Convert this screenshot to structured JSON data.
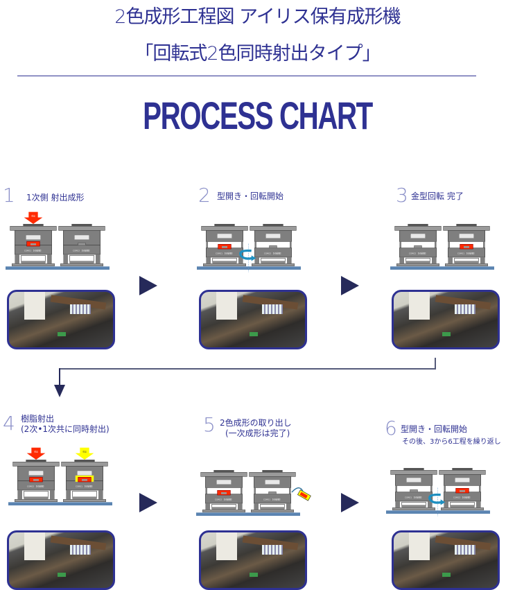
{
  "header": {
    "title_line1": "2色成形工程図 アイリス保有成形機",
    "title_line2": "「回転式2色同時射出タイプ」",
    "chart_title": "PROCESS CHART"
  },
  "colors": {
    "brand": "#2e3192",
    "arrow": "#262a5a",
    "machine_gray": "#7f7f7f",
    "base_blue": "#5b84b1",
    "primary_resin": "#ff2a00",
    "secondary_resin": "#ffff00",
    "rotate_arrow": "#1e8fc0"
  },
  "steps": [
    {
      "number": "1",
      "label": "1次側 射出成形",
      "sublabel": "",
      "machines": [
        {
          "core": "CORE1 【可動側】",
          "inject": "射出",
          "inject_color": "red",
          "cavity": "red",
          "state": "closed"
        },
        {
          "core": "CORE2 【可動側】",
          "inject": "",
          "cavity": "empty",
          "state": "closed"
        }
      ],
      "rotation": false
    },
    {
      "number": "2",
      "label": "型開き・回転開始",
      "sublabel": "",
      "machines": [
        {
          "core": "CORE1 【可動側】",
          "cavity": "red",
          "state": "open"
        },
        {
          "core": "CORE2 【可動側】",
          "cavity": "empty",
          "state": "open"
        }
      ],
      "rotation": true
    },
    {
      "number": "3",
      "label": "金型回転 完了",
      "sublabel": "",
      "machines": [
        {
          "core": "CORE2 【可動側】",
          "cavity": "empty",
          "state": "open"
        },
        {
          "core": "CORE1 【可動側】",
          "cavity": "red",
          "state": "open"
        }
      ],
      "rotation": false
    },
    {
      "number": "4",
      "label": "樹脂射出",
      "sublabel": "(2次•1次共に同時射出)",
      "machines": [
        {
          "core": "CORE2 【可動側】",
          "inject": "射出",
          "inject_color": "red",
          "cavity": "red",
          "state": "closed"
        },
        {
          "core": "CORE1 【可動側】",
          "inject": "射出",
          "inject_color": "yellow",
          "cavity": "yellow",
          "state": "closed"
        }
      ],
      "rotation": false
    },
    {
      "number": "5",
      "label": "2色成形の取り出し",
      "sublabel": "(一次成形は完了)",
      "machines": [
        {
          "core": "CORE2 【可動側】",
          "cavity": "red",
          "state": "open"
        },
        {
          "core": "CORE1 【可動側】",
          "cavity": "ejected",
          "state": "open"
        }
      ],
      "rotation": false
    },
    {
      "number": "6",
      "label": "型開き・回転開始",
      "sublabel": "その後、3から6工程を繰り返し",
      "machines": [
        {
          "core": "CORE1 【可動側】",
          "cavity": "empty",
          "state": "open"
        },
        {
          "core": "CORE2 【可動側】",
          "cavity": "red",
          "state": "open"
        }
      ],
      "rotation": true
    }
  ]
}
